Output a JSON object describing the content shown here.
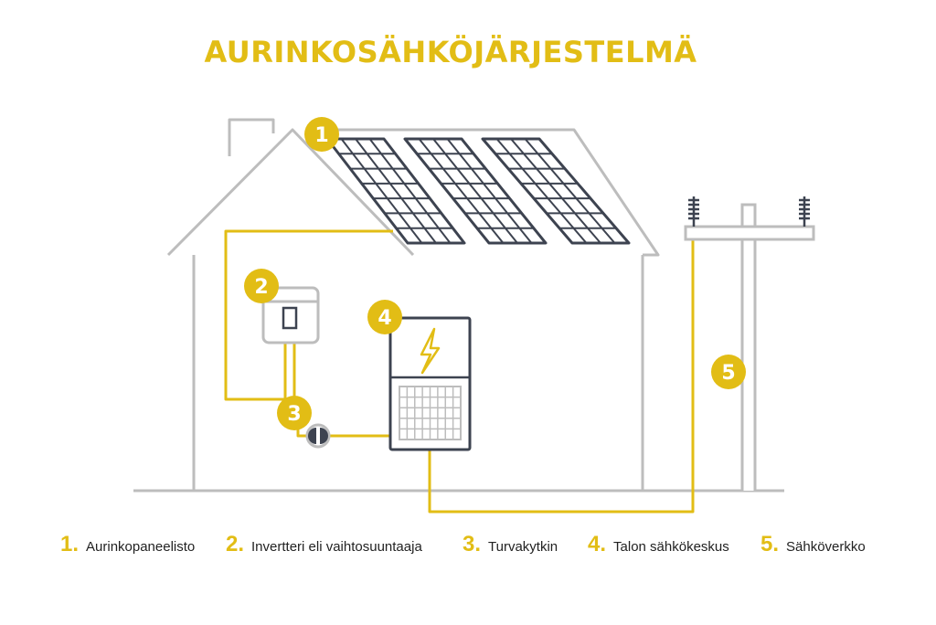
{
  "title": "AURINKOSÄHKÖJÄRJESTELMÄ",
  "colors": {
    "accent": "#e2bd15",
    "outline": "#bdbdbd",
    "panel": "#3d4350",
    "text": "#222222"
  },
  "badges": [
    "1",
    "2",
    "3",
    "4",
    "5"
  ],
  "legend": [
    {
      "num": "1.",
      "label": "Aurinkopaneelisto"
    },
    {
      "num": "2.",
      "label": "Invertteri eli vaihtosuuntaaja"
    },
    {
      "num": "3.",
      "label": "Turvakytkin"
    },
    {
      "num": "4.",
      "label": "Talon sähkökeskus"
    },
    {
      "num": "5.",
      "label": "Sähköverkko"
    }
  ]
}
